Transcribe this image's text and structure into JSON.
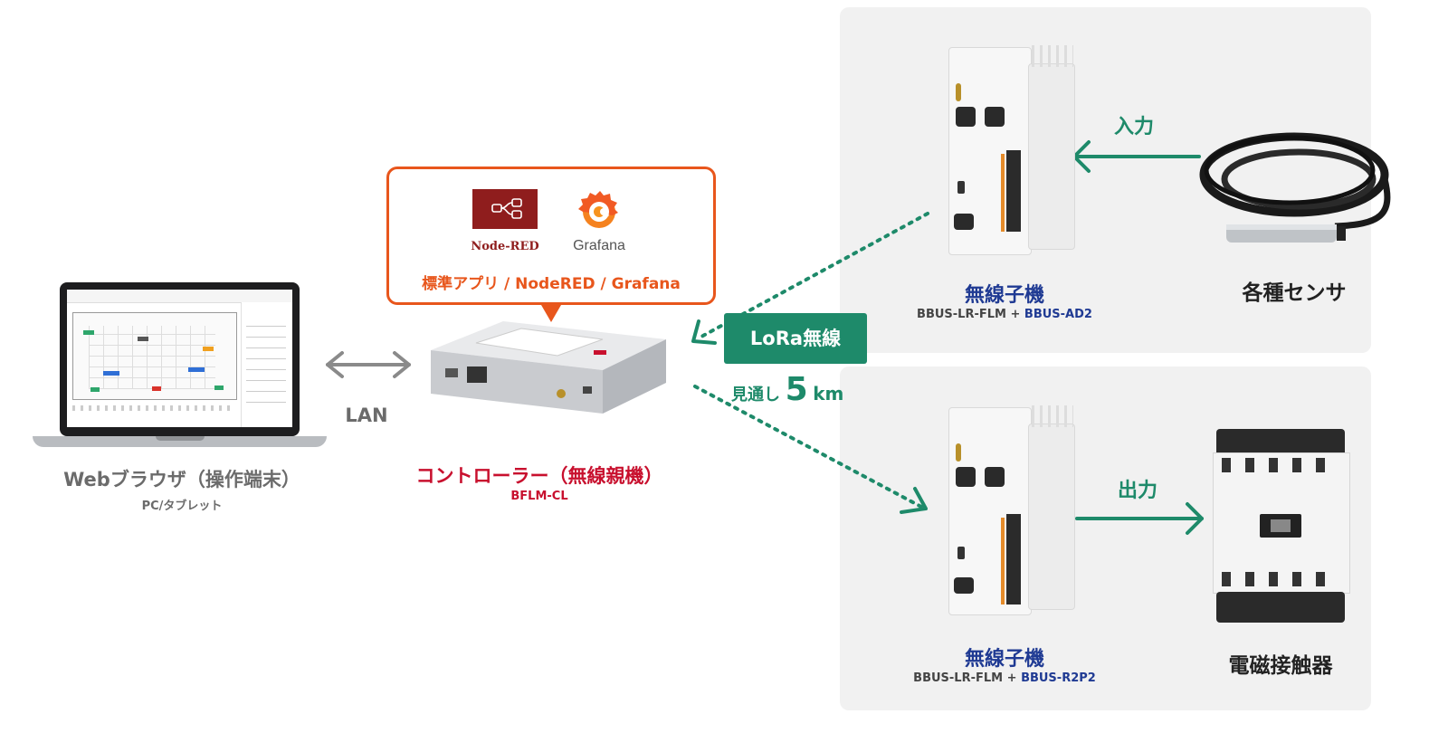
{
  "app_box": {
    "nodered_label": "Node-RED",
    "grafana_label": "Grafana",
    "caption": "標準アプリ / NodeRED / Grafana",
    "border_color": "#e8561c"
  },
  "laptop": {
    "title": "Webブラウザ（操作端末）",
    "subtitle": "PC/タブレット"
  },
  "lan_label": "LAN",
  "controller": {
    "title": "コントローラー（無線親機）",
    "model": "BFLM-CL",
    "color": "#c8102e"
  },
  "lora": {
    "badge": "LoRa無線",
    "range_prefix": "見通し",
    "range_value": "5",
    "range_unit": "km",
    "color": "#1e8a6a"
  },
  "top_node": {
    "title": "無線子機",
    "model_base": "BBUS-LR-FLM",
    "plus": "+",
    "model_option": "BBUS-AD2"
  },
  "bottom_node": {
    "title": "無線子機",
    "model_base": "BBUS-LR-FLM",
    "plus": "+",
    "model_option": "BBUS-R2P2"
  },
  "input_label": "入力",
  "output_label": "出力",
  "sensor_label": "各種センサ",
  "contactor_label": "電磁接触器",
  "colors": {
    "navy": "#1f3a93",
    "green": "#1e8a6a",
    "gray_text": "#6b6b6b",
    "panel_bg": "#f1f1f1"
  }
}
